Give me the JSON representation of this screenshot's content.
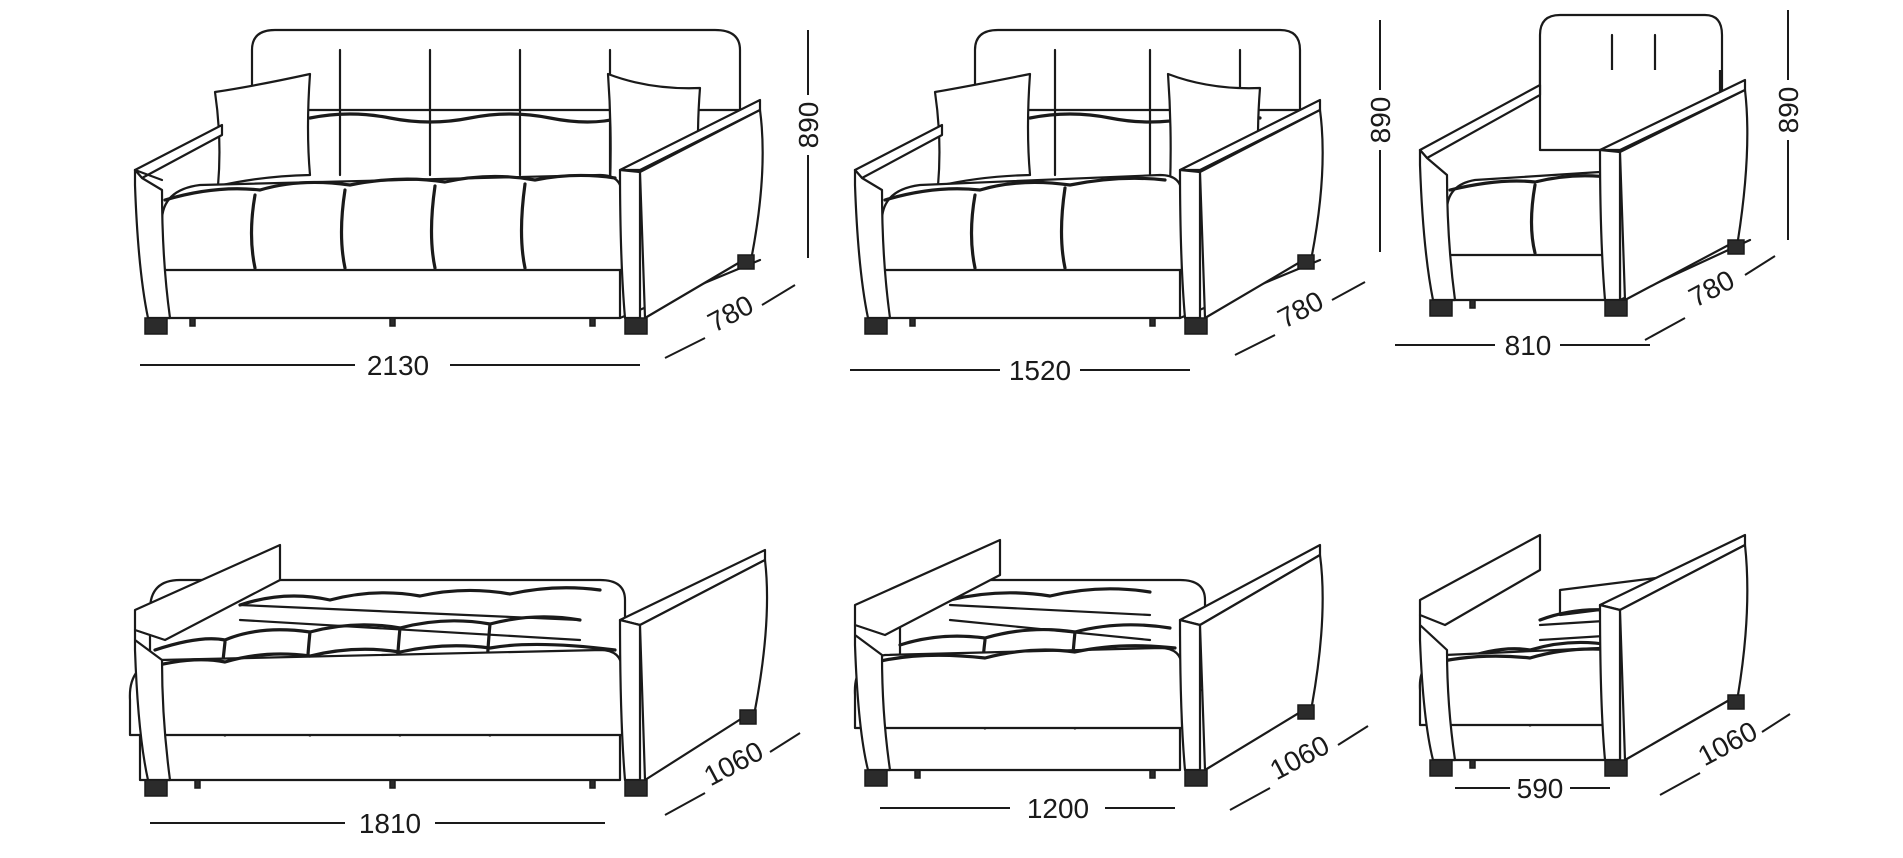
{
  "figure": {
    "top_row": [
      {
        "name": "sofa-3-seat",
        "width": "2130",
        "depth": "780",
        "height": "890"
      },
      {
        "name": "sofa-2-seat",
        "width": "1520",
        "depth": "780",
        "height": "890"
      },
      {
        "name": "armchair",
        "width": "810",
        "depth": "780",
        "height": "890"
      }
    ],
    "bottom_row": [
      {
        "name": "sofa-3-seat-unfolded",
        "width": "1810",
        "depth": "1060"
      },
      {
        "name": "sofa-2-seat-unfolded",
        "width": "1200",
        "depth": "1060"
      },
      {
        "name": "armchair-unfolded",
        "width": "590",
        "depth": "1060"
      }
    ]
  }
}
